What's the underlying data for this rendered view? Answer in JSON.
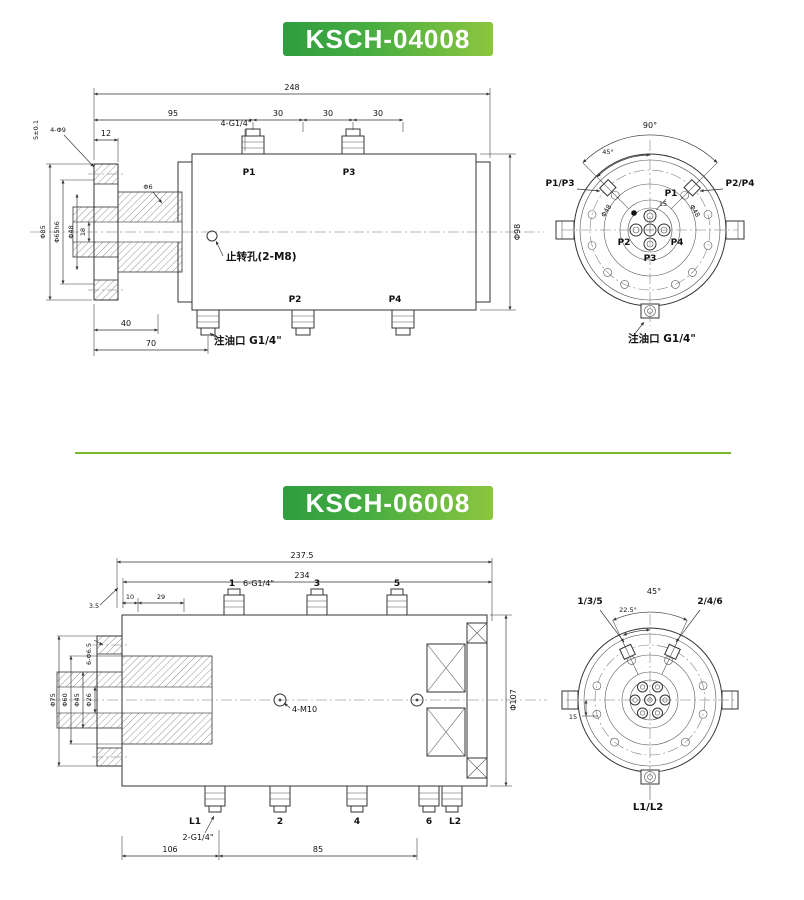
{
  "s1": {
    "title": "KSCH-04008",
    "side": {
      "dim_248": "248",
      "dim_95": "95",
      "dim_30a": "30",
      "dim_30b": "30",
      "dim_30c": "30",
      "dim_12": "12",
      "tol_5": "5±0.1",
      "label_4phi9": "4-Φ9",
      "phi85": "Φ85",
      "phi65h6": "Φ65h6",
      "phi48": "Φ48",
      "dim_18": "18",
      "phi6": "Φ6",
      "label_4g14": "4-G1/4\"",
      "p1": "P1",
      "p2": "P2",
      "p3": "P3",
      "p4": "P4",
      "stop_hole": "止转孔(2-M8)",
      "oil_port": "注油口 G1/4\"",
      "dim_40": "40",
      "dim_70": "70",
      "phi98": "Φ98"
    },
    "end": {
      "deg_90": "90°",
      "deg_45": "45°",
      "p13": "P1/P3",
      "p24": "P2/P4",
      "p1": "P1",
      "p2": "P2",
      "p3": "P3",
      "p4": "P4",
      "phi48_left": "Φ48",
      "phi48_right": "Φ48",
      "dim_15": "15",
      "oil_port": "注油口 G1/4\""
    }
  },
  "s2": {
    "title": "KSCH-06008",
    "side": {
      "dim_237_5": "237.5",
      "dim_234": "234",
      "dim_10": "10",
      "dim_29": "29",
      "dim_3_5": "3.5",
      "port_1": "1",
      "port_3": "3",
      "port_5": "5",
      "label_6g14": "6-G1/4\"",
      "phi75": "Φ75",
      "phi60": "Φ60",
      "phi45": "Φ45",
      "phi26": "Φ26",
      "label_6phi65": "6-Φ6.5",
      "label_4m10": "4-M10",
      "l1": "L1",
      "port_2": "2",
      "port_4": "4",
      "port_6": "6",
      "l2": "L2",
      "label_2g14": "2-G1/4\"",
      "dim_106": "106",
      "dim_85": "85",
      "phi107": "Φ107"
    },
    "end": {
      "deg_45": "45°",
      "deg_22_5": "22.5°",
      "g135": "1/3/5",
      "g246": "2/4/6",
      "dim_15": "15",
      "l1l2": "L1/L2"
    }
  }
}
